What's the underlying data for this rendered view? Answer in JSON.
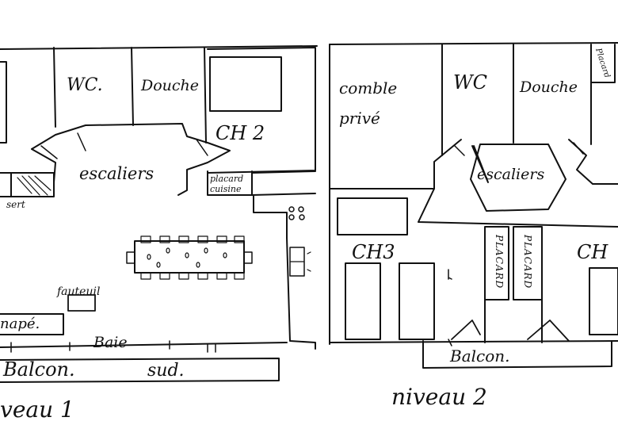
{
  "level1": {
    "wc": "WC.",
    "douche": "Douche",
    "ch2": "CH 2",
    "escaliers": "escaliers",
    "placard_cuisine_1": "placard",
    "placard_cuisine_2": "cuisine",
    "dessert_partial": "sert",
    "fauteuil": "fauteuil",
    "canape_partial": "napé.",
    "baie": "Baie",
    "balcon": "Balcon.",
    "sud": "sud.",
    "niveau_partial": "veau 1"
  },
  "level2": {
    "comble_1": "comble",
    "comble_2": "privé",
    "wc": "WC",
    "douche": "Douche",
    "placard_top": "Placard",
    "escaliers": "escaliers",
    "ch3": "CH3",
    "ch4_partial": "CH",
    "placard_left": "PLACARD",
    "placard_right": "PLACARD",
    "balcon": "Balcon.",
    "niveau": "niveau 2"
  }
}
